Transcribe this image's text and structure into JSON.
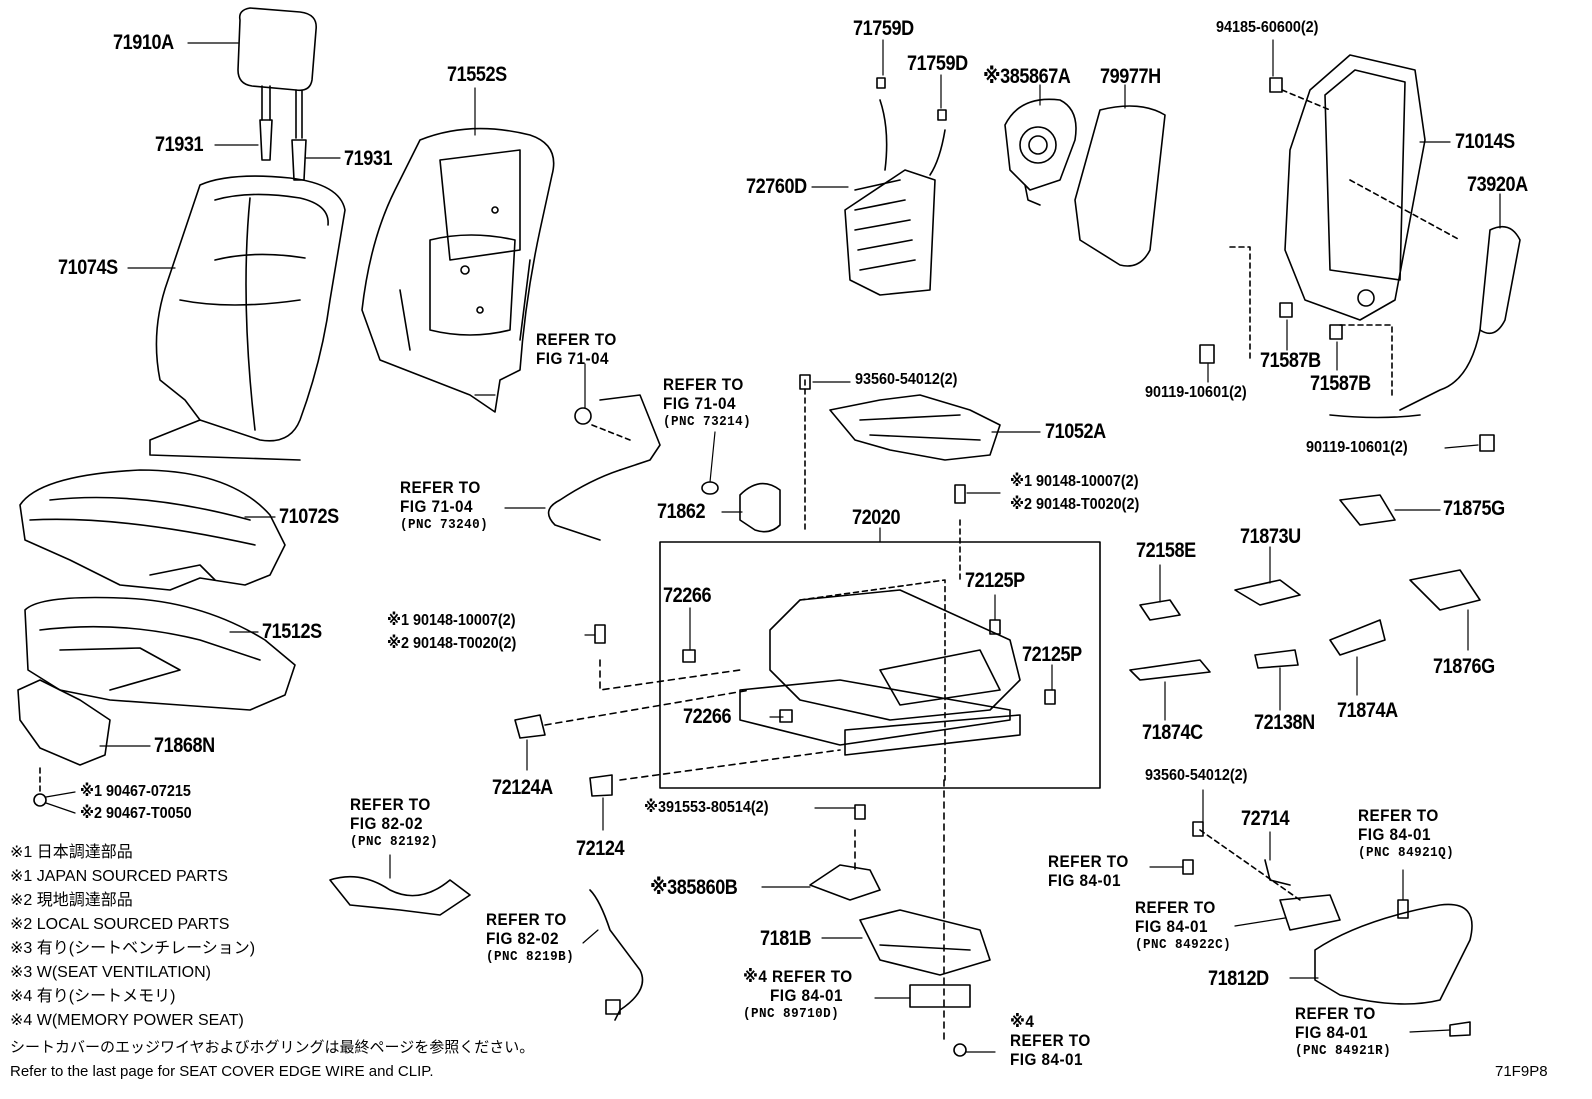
{
  "parts": [
    {
      "id": "p1",
      "text": "71910A"
    },
    {
      "id": "p2",
      "text": "71931"
    },
    {
      "id": "p3",
      "text": "71931"
    },
    {
      "id": "p4",
      "text": "71074S"
    },
    {
      "id": "p5",
      "text": "71552S"
    },
    {
      "id": "p6",
      "text": "71072S"
    },
    {
      "id": "p7",
      "text": "71512S"
    },
    {
      "id": "p8",
      "text": "71868N"
    },
    {
      "id": "p9",
      "text": "71759D"
    },
    {
      "id": "p10",
      "text": "71759D"
    },
    {
      "id": "p11",
      "text": "72760D"
    },
    {
      "id": "p12",
      "text": "※385867A"
    },
    {
      "id": "p13",
      "text": "79977H"
    },
    {
      "id": "p14",
      "text": "94185-60600(2)"
    },
    {
      "id": "p15",
      "text": "71014S"
    },
    {
      "id": "p16",
      "text": "73920A"
    },
    {
      "id": "p17",
      "text": "71587B"
    },
    {
      "id": "p18",
      "text": "71587B"
    },
    {
      "id": "p19",
      "text": "90119-10601(2)"
    },
    {
      "id": "p20",
      "text": "90119-10601(2)"
    },
    {
      "id": "p21",
      "text": "93560-54012(2)"
    },
    {
      "id": "p22",
      "text": "71052A"
    },
    {
      "id": "p23",
      "text": "71862"
    },
    {
      "id": "p24",
      "text": "72020"
    },
    {
      "id": "p25",
      "text": "※1 90148-10007(2)"
    },
    {
      "id": "p26",
      "text": "※2 90148-T0020(2)"
    },
    {
      "id": "p27",
      "text": "※1 90148-10007(2)"
    },
    {
      "id": "p28",
      "text": "※2 90148-T0020(2)"
    },
    {
      "id": "p29",
      "text": "72266"
    },
    {
      "id": "p30",
      "text": "72266"
    },
    {
      "id": "p31",
      "text": "72125P"
    },
    {
      "id": "p32",
      "text": "72125P"
    },
    {
      "id": "p33",
      "text": "72124A"
    },
    {
      "id": "p34",
      "text": "72124"
    },
    {
      "id": "p35",
      "text": "※391553-80514(2)"
    },
    {
      "id": "p36",
      "text": "※385860B"
    },
    {
      "id": "p37",
      "text": "7181B"
    },
    {
      "id": "p38",
      "text": "71875G"
    },
    {
      "id": "p39",
      "text": "72158E"
    },
    {
      "id": "p40",
      "text": "71873U"
    },
    {
      "id": "p41",
      "text": "71876G"
    },
    {
      "id": "p42",
      "text": "71874C"
    },
    {
      "id": "p43",
      "text": "72138N"
    },
    {
      "id": "p44",
      "text": "71874A"
    },
    {
      "id": "p45",
      "text": "93560-54012(2)"
    },
    {
      "id": "p46",
      "text": "72714"
    },
    {
      "id": "p47",
      "text": "71812D"
    },
    {
      "id": "p48",
      "text": "※1 90467-07215"
    },
    {
      "id": "p49",
      "text": "※2 90467-T0050"
    }
  ],
  "refs": [
    {
      "id": "r1",
      "line1": "REFER TO",
      "line2": "FIG 71-04",
      "pnc": ""
    },
    {
      "id": "r2",
      "line1": "REFER TO",
      "line2": "FIG 71-04",
      "pnc": "(PNC 73214)"
    },
    {
      "id": "r3",
      "line1": "REFER TO",
      "line2": "FIG 71-04",
      "pnc": "(PNC 73240)"
    },
    {
      "id": "r4",
      "line1": "REFER TO",
      "line2": "FIG 82-02",
      "pnc": "(PNC 82192)"
    },
    {
      "id": "r5",
      "line1": "REFER TO",
      "line2": "FIG 82-02",
      "pnc": "(PNC 8219B)"
    },
    {
      "id": "r6",
      "line1": "※4 REFER TO",
      "line2": "FIG 84-01",
      "pnc": "(PNC 89710D)"
    },
    {
      "id": "r7",
      "line1": "※4",
      "line2": "REFER TO",
      "pnc": "FIG 84-01"
    },
    {
      "id": "r8",
      "line1": "REFER TO",
      "line2": "FIG 84-01",
      "pnc": ""
    },
    {
      "id": "r9",
      "line1": "REFER TO",
      "line2": "FIG 84-01",
      "pnc": "(PNC 84922C)"
    },
    {
      "id": "r10",
      "line1": "REFER TO",
      "line2": "FIG 84-01",
      "pnc": "(PNC 84921Q)"
    },
    {
      "id": "r11",
      "line1": "REFER TO",
      "line2": "FIG 84-01",
      "pnc": "(PNC 84921R)"
    }
  ],
  "legend": [
    "※1  日本調達部品",
    "※1  JAPAN SOURCED PARTS",
    "※2  現地調達部品",
    "※2  LOCAL SOURCED PARTS",
    "※3  有り(シートベンチレーション)",
    "※3  W(SEAT VENTILATION)",
    "※4  有り(シートメモリ)",
    "※4  W(MEMORY POWER SEAT)"
  ],
  "note_jp": "シートカバーのエッジワイヤおよびホグリングは最終ページを参照ください。",
  "note_en": "Refer to the last page for SEAT COVER EDGE WIRE and CLIP.",
  "figure_code": "71F9P8"
}
